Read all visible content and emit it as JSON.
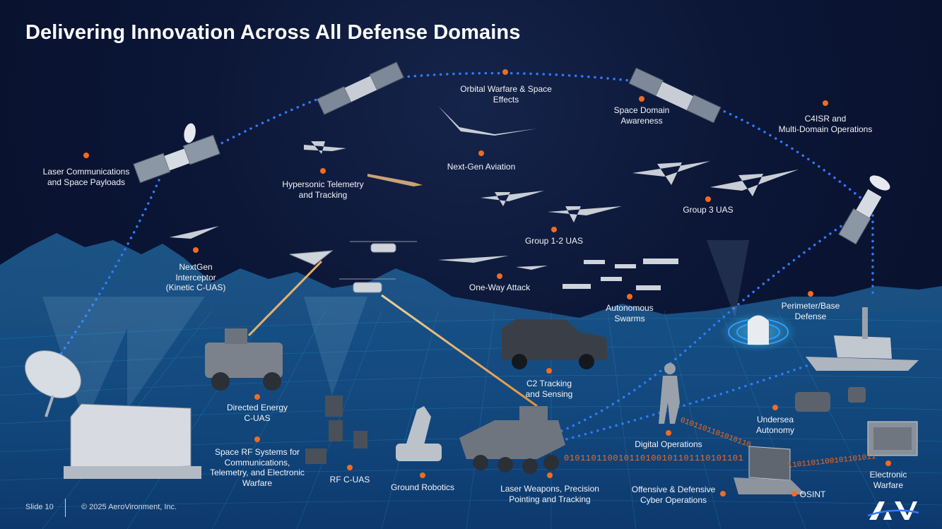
{
  "slide": {
    "title": "Delivering Innovation Across All Defense Domains",
    "footer": {
      "slide_number": "Slide 10",
      "copyright": "© 2025 AeroVironment, Inc."
    },
    "logo_text": "AV"
  },
  "labels": {
    "laser_comms": "Laser Communications\nand Space Payloads",
    "hypersonic": "Hypersonic Telemetry\nand Tracking",
    "orbital": "Orbital Warfare & Space\nEffects",
    "space_domain": "Space Domain\nAwareness",
    "c4isr": "C4ISR and\nMulti-Domain Operations",
    "next_gen_aviation": "Next-Gen Aviation",
    "group3": "Group 3 UAS",
    "group12": "Group 1-2 UAS",
    "interceptor": "NextGen\nInterceptor\n(Kinetic C-UAS)",
    "one_way": "One-Way Attack",
    "swarms": "Autonomous\nSwarms",
    "perimeter": "Perimeter/Base\nDefense",
    "c2": "C2 Tracking\nand Sensing",
    "directed_energy": "Directed Energy\nC-UAS",
    "space_rf": "Space RF Systems for\nCommunications,\nTelemetry, and Electronic\nWarfare",
    "rf_cuas": "RF C-UAS",
    "ground_robotics": "Ground Robotics",
    "laser_weapons": "Laser Weapons, Precision\nPointing and Tracking",
    "digital_ops": "Digital Operations",
    "undersea": "Undersea\nAutonomy",
    "cyber": "Offensive & Defensive\nCyber Operations",
    "osint": "OSINT",
    "electronic_warfare": "Electronic\nWarfare"
  },
  "binary_streams": {
    "lower": "010110110010110100101101110101101",
    "diagonal": "0101101101010110",
    "right": "1101101100101101011"
  },
  "colors": {
    "background": "#0b1535",
    "accent_dot": "#f26b21",
    "link_dots": "#2f7bff",
    "binary": "#f26b21",
    "grid": "#2aa7d8",
    "laser": "#ffb347"
  },
  "icons": [
    "satellite-icon",
    "satellite-dish-icon",
    "radar-panel-icon",
    "uas-icon",
    "quadcopter-icon",
    "missile-icon",
    "armored-vehicle-icon",
    "laptop-icon",
    "ship-icon",
    "ground-robot-icon",
    "soldier-icon",
    "radar-dome-icon",
    "av-logo-icon"
  ]
}
